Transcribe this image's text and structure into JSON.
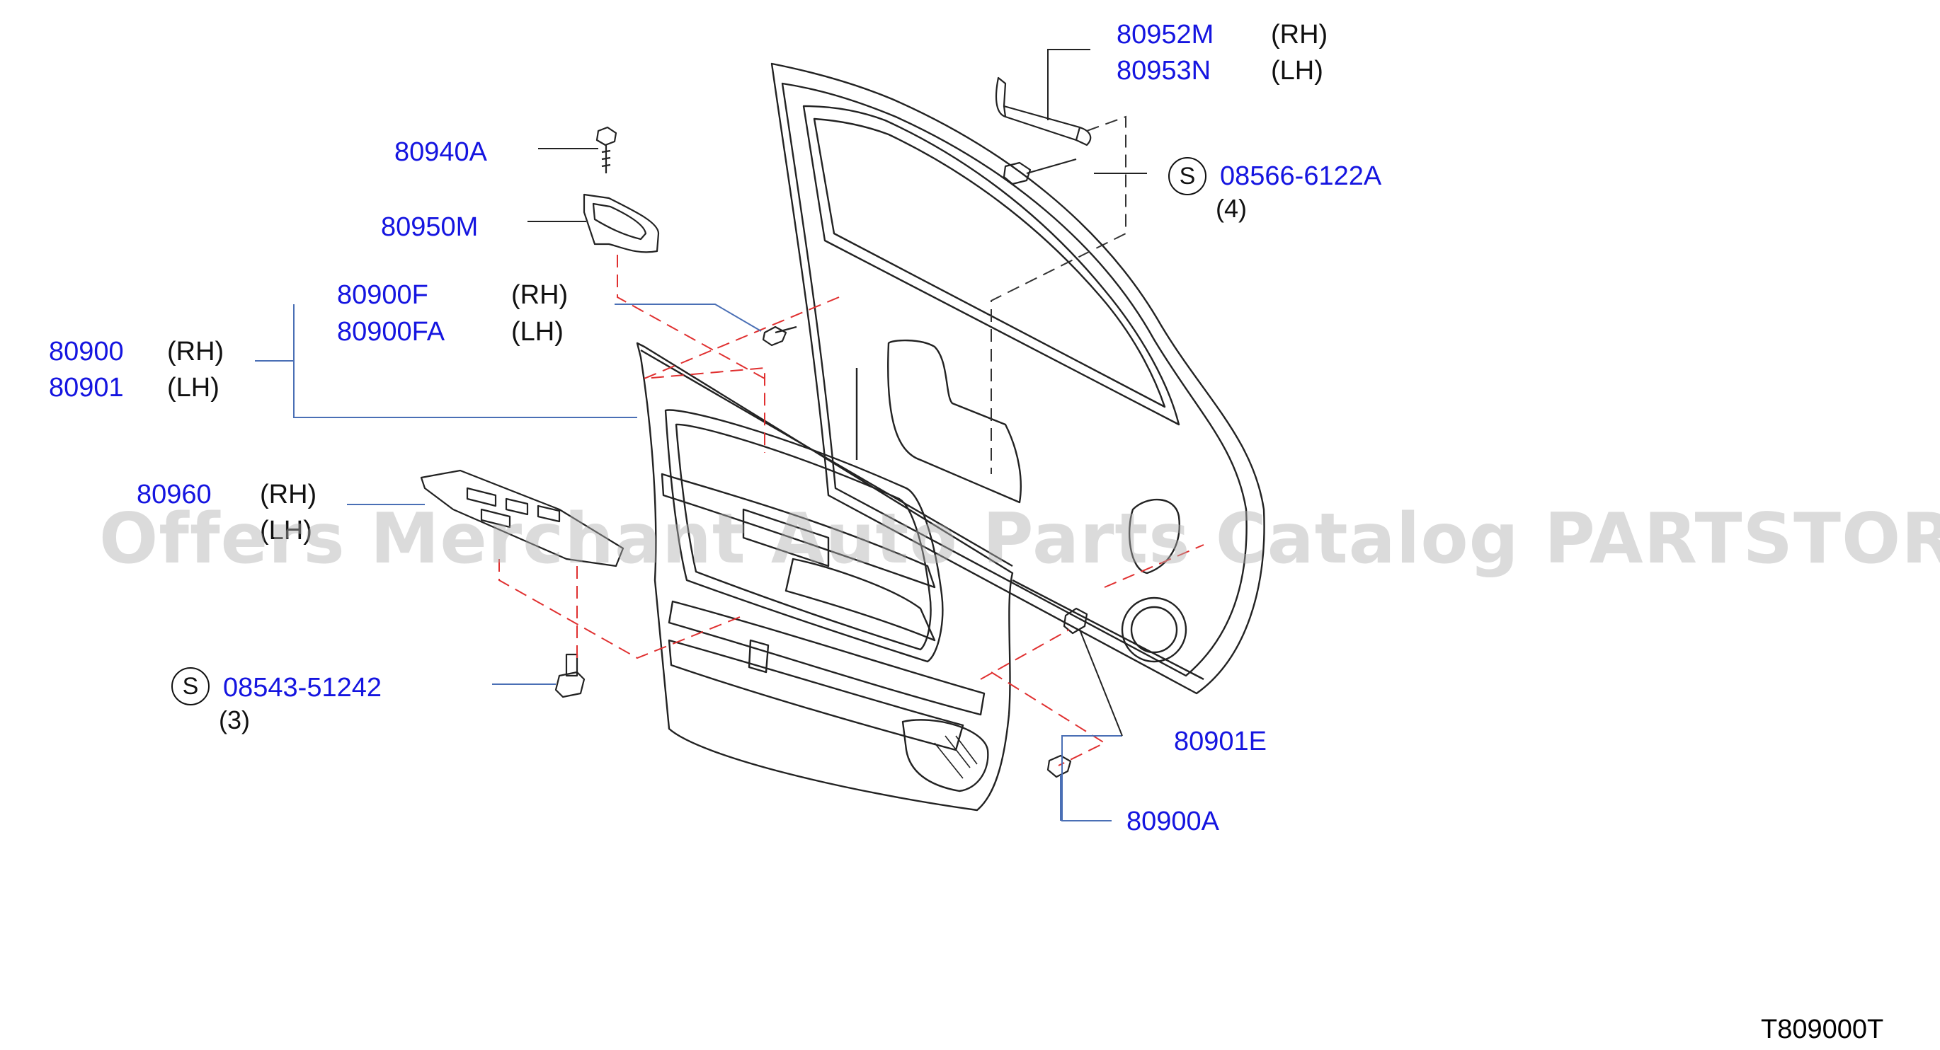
{
  "labels": {
    "p80952m": "80952M",
    "p80952m_side": "(RH)",
    "p80953n": "80953N",
    "p80953n_side": "(LH)",
    "p80940a": "80940A",
    "s_symbol": "S",
    "p08566": "08566-6122A",
    "p08566_qty": "(4)",
    "p80950m": "80950M",
    "p80900f": "80900F",
    "p80900f_side": "(RH)",
    "p80900fa": "80900FA",
    "p80900fa_side": "(LH)",
    "p80900": "80900",
    "p80900_side": "(RH)",
    "p80901": "80901",
    "p80901_side": "(LH)",
    "p80960": "80960",
    "p80960_side": "(RH)",
    "p80961_side": "(LH)",
    "p08543": "08543-51242",
    "p08543_qty": "(3)",
    "p80901e": "80901E",
    "p80900a": "80900A",
    "diagram_code": "T809000T"
  },
  "watermark": "Offers Merchant Auto Parts Catalog PARTSTORE.SA",
  "colors": {
    "part_number": "#1515e0",
    "text": "#111111",
    "leader_line": "#4a6fb5",
    "dashed_red": "#e03030",
    "outline": "#222222"
  }
}
